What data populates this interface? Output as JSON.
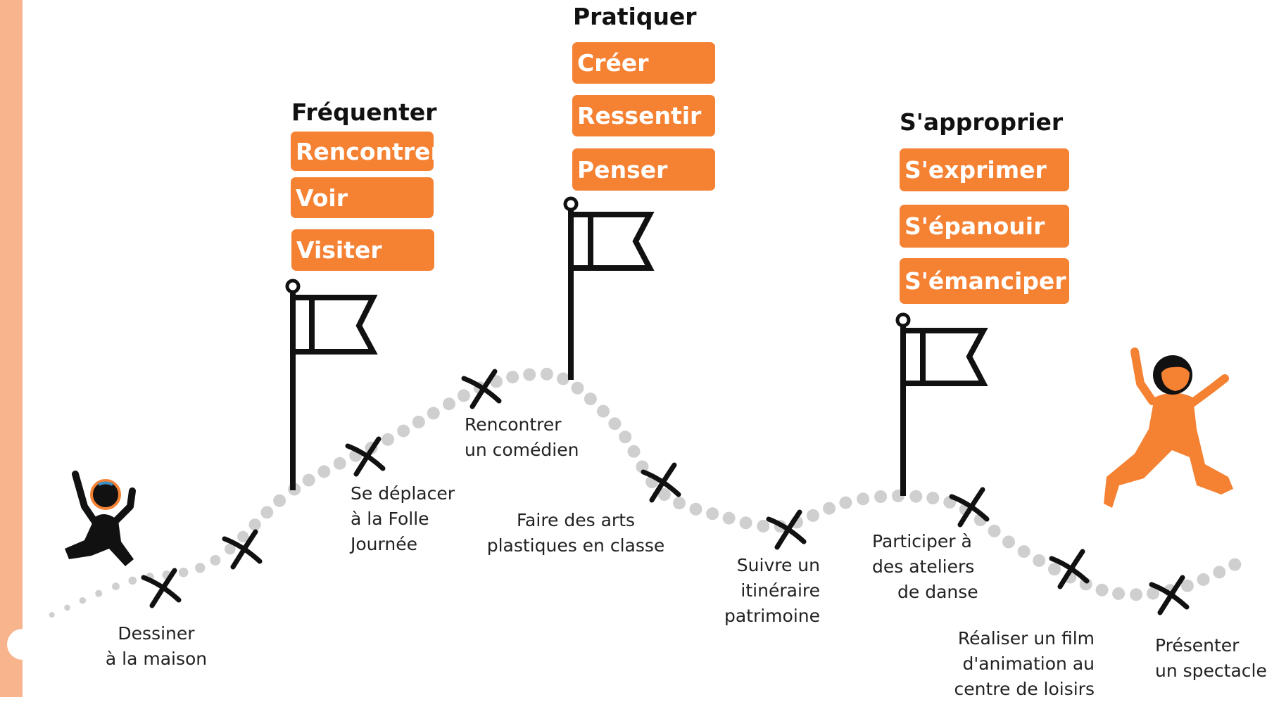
{
  "colors": {
    "accent": "#f58133",
    "stripe": "#f8b48d",
    "path_dots": "#cfcfcf",
    "ink": "#111111"
  },
  "stages": [
    {
      "heading": "Fréquenter",
      "tags": [
        "Rencontrer",
        "Voir",
        "Visiter"
      ]
    },
    {
      "heading": "Pratiquer",
      "tags": [
        "Créer",
        "Ressentir",
        "Penser"
      ]
    },
    {
      "heading": "S'approprier",
      "tags": [
        "S'exprimer",
        "S'épanouir",
        "S'émanciper"
      ]
    }
  ],
  "activities": [
    {
      "lines": [
        "Dessiner",
        "à la maison"
      ]
    },
    {
      "lines": [
        "Se déplacer",
        "à la Folle",
        "Journée"
      ]
    },
    {
      "lines": [
        "Rencontrer",
        "un comédien"
      ]
    },
    {
      "lines": [
        "Faire des arts",
        "plastiques en classe"
      ]
    },
    {
      "lines": [
        "Suivre un",
        "itinéraire",
        "patrimoine"
      ]
    },
    {
      "lines": [
        "Participer à",
        "des ateliers",
        "de danse"
      ]
    },
    {
      "lines": [
        "Réaliser un film",
        "d'animation au",
        "centre de loisirs"
      ]
    },
    {
      "lines": [
        "Présenter",
        "un spectacle"
      ]
    }
  ],
  "icons": [
    "flag-icon",
    "cross-marker-icon",
    "walking-figure-icon",
    "jumping-figure-icon"
  ]
}
